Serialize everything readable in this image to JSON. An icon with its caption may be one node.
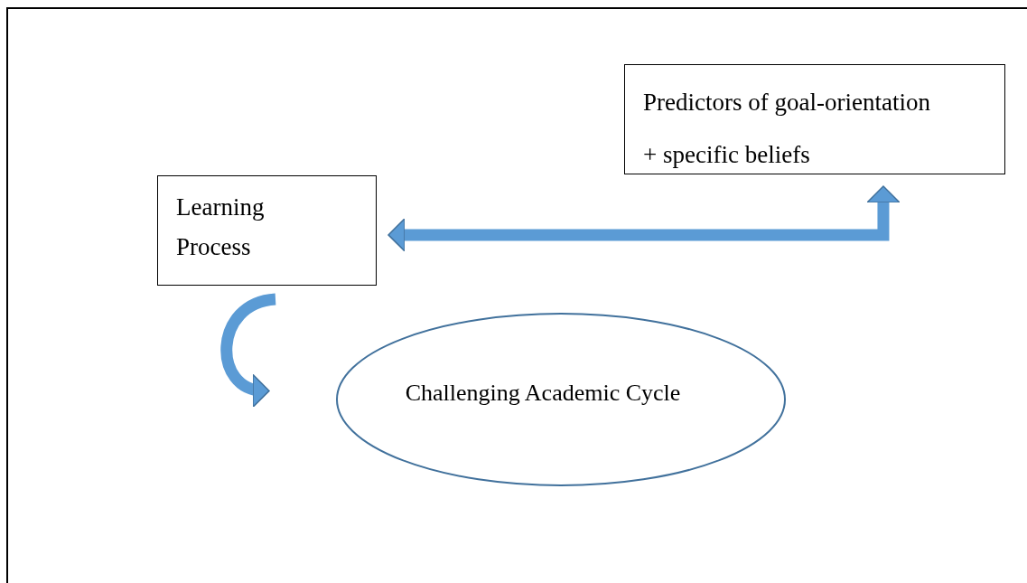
{
  "diagram": {
    "nodes": [
      {
        "text": [
          "Learning Process"
        ]
      },
      {
        "text": [
          "Predictors of goal-orientation",
          "+  specific beliefs"
        ]
      },
      {
        "text": [
          "Challenging Academic Cycle"
        ]
      }
    ],
    "edges": [
      {
        "from": 0,
        "to": 1,
        "arrow": "both"
      },
      {
        "from": 0,
        "to": 2,
        "arrow": "to"
      }
    ]
  }
}
